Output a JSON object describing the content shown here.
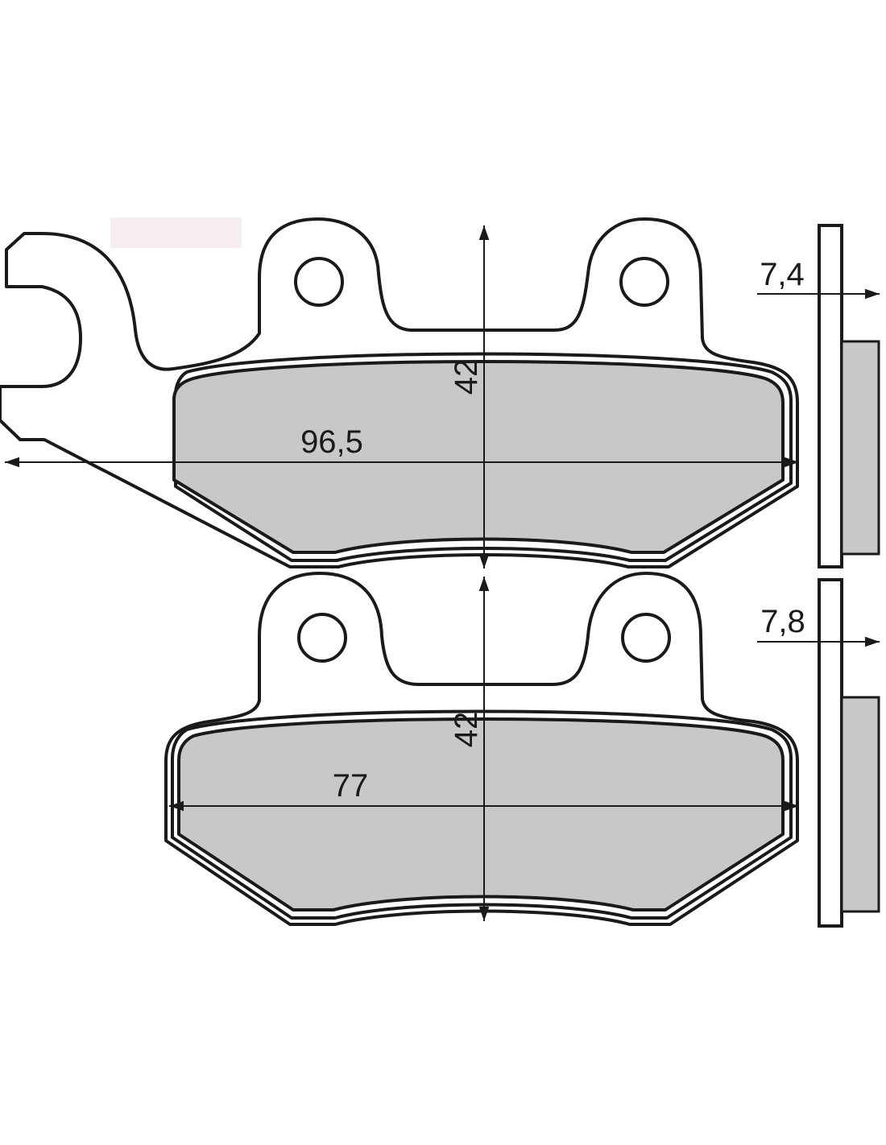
{
  "colors": {
    "lining": "#c8c8c8",
    "outline": "#1a1a1a",
    "background": "#ffffff"
  },
  "pads": {
    "top": {
      "length_label": "96,5",
      "height_label": "42",
      "thickness_label": "7,4"
    },
    "bottom": {
      "length_label": "77",
      "height_label": "42",
      "thickness_label": "7,8"
    }
  }
}
